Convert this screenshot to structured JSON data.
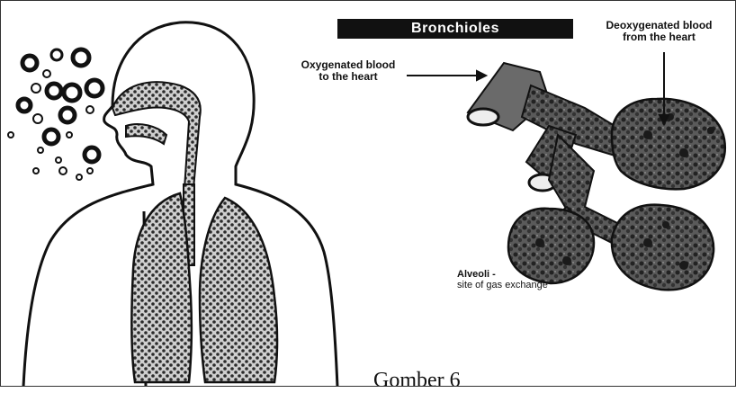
{
  "title": "Bronchioles",
  "labels": {
    "oxygenated_line1": "Oxygenated blood",
    "oxygenated_line2": "to the heart",
    "deoxygenated_line1": "Deoxygenated blood",
    "deoxygenated_line2": "from the heart",
    "alveoli_line1": "Alveoli -",
    "alveoli_line2": "site of gas exchange"
  },
  "caption": "Gomber 6",
  "colors": {
    "ink": "#111111",
    "lung_fill": "#5a5a5a",
    "alveoli_fill": "#4a4a4a",
    "title_bar": "#111111",
    "background": "#ffffff"
  }
}
